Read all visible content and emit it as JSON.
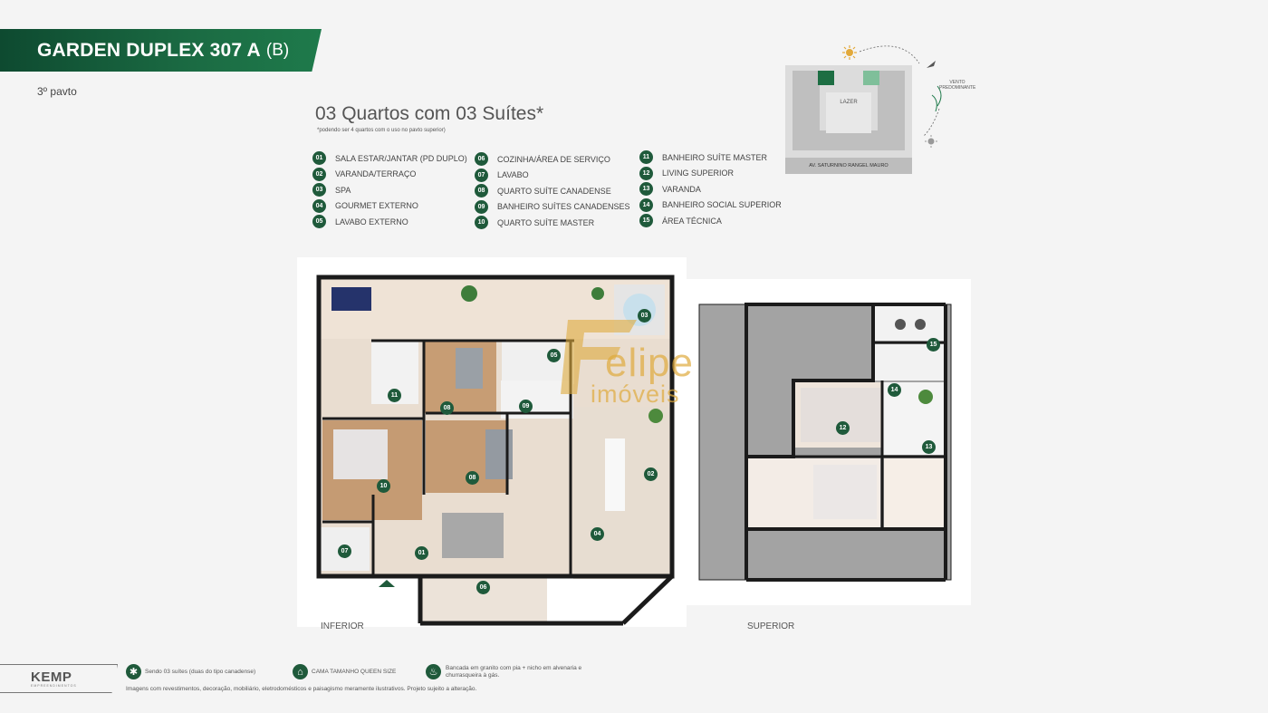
{
  "header": {
    "title": "GARDEN DUPLEX 307 A",
    "title_suffix": "(B)",
    "floor": "3º pavto"
  },
  "summary": {
    "heading": "03 Quartos com 03 Suítes*",
    "note": "*podendo ser 4 quartos com o uso no pavto superior)"
  },
  "legend": {
    "columns": [
      [
        {
          "num": "01",
          "label": "SALA ESTAR/JANTAR (PD DUPLO)"
        },
        {
          "num": "02",
          "label": "VARANDA/TERRAÇO"
        },
        {
          "num": "03",
          "label": "SPA"
        },
        {
          "num": "04",
          "label": "GOURMET EXTERNO"
        },
        {
          "num": "05",
          "label": "LAVABO EXTERNO"
        }
      ],
      [
        {
          "num": "06",
          "label": "COZINHA/ÁREA DE SERVIÇO"
        },
        {
          "num": "07",
          "label": "LAVABO"
        },
        {
          "num": "08",
          "label": "QUARTO SUÍTE CANADENSE"
        },
        {
          "num": "09",
          "label": "BANHEIRO SUÍTES CANADENSES"
        },
        {
          "num": "10",
          "label": "QUARTO SUÍTE MASTER"
        }
      ],
      [
        {
          "num": "11",
          "label": "BANHEIRO SUÍTE MASTER"
        },
        {
          "num": "12",
          "label": "LIVING SUPERIOR"
        },
        {
          "num": "13",
          "label": "VARANDA"
        },
        {
          "num": "14",
          "label": "BANHEIRO SOCIAL SUPERIOR"
        },
        {
          "num": "15",
          "label": "ÁREA TÉCNICA"
        }
      ]
    ]
  },
  "site_map": {
    "center_label": "LAZER",
    "street_label": "AV. SATURNINO RANGEL MAURO",
    "wind_label": "VENTO PREDOMINANTE",
    "accent_color": "#1d6e43"
  },
  "plans": {
    "lower_caption": "INFERIOR",
    "upper_caption": "SUPERIOR",
    "lower_badges": [
      "03",
      "05",
      "11",
      "08",
      "09",
      "02",
      "10",
      "08",
      "04",
      "07",
      "01",
      "06"
    ],
    "upper_badges": [
      "15",
      "14",
      "12",
      "13"
    ]
  },
  "watermark": {
    "line1": "elipe",
    "line2": "imóveis"
  },
  "footer": {
    "logo": "KEMP",
    "logo_sub": "EMPREENDIMENTOS",
    "notes": [
      {
        "icon": "asterisk-icon",
        "text": "Sendo 03 suítes (duas do tipo canadense)"
      },
      {
        "icon": "bed-icon",
        "text": "CAMA TAMANHO QUEEN SIZE"
      },
      {
        "icon": "grill-icon",
        "text": "Bancada em granito com pia + nicho em alvenaria e churrasqueira à gás."
      }
    ],
    "disclaimer": "Imagens com revestimentos, decoração, mobiliário, eletrodomésticos e paisagismo meramente ilustrativos. Projeto sujeito a alteração."
  },
  "colors": {
    "brand_green": "#1f5a3b",
    "banner_green": "#1b6b43",
    "watermark_gold": "#deaa3c"
  }
}
